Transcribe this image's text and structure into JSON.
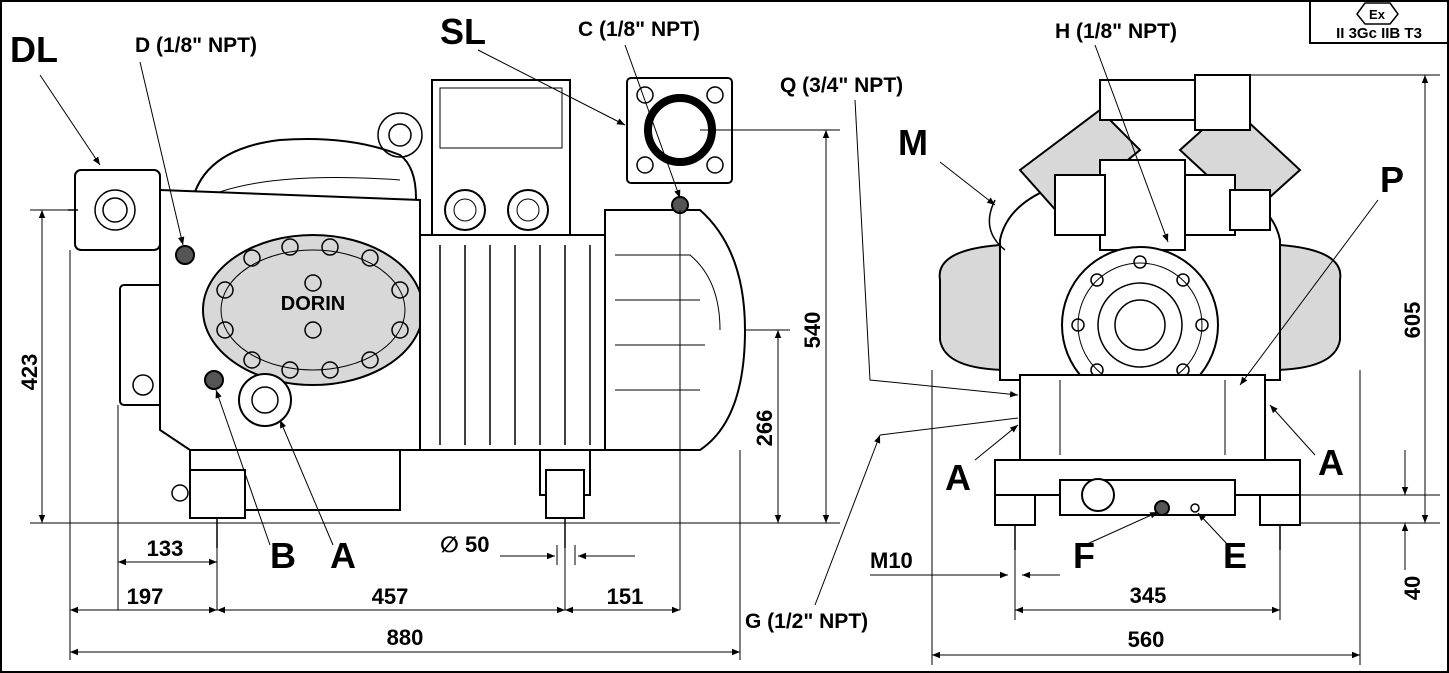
{
  "side_view": {
    "labels": {
      "dl": "DL",
      "d_port": "D (1/8\" NPT)",
      "sl": "SL",
      "c_port": "C (1/8\" NPT)",
      "b": "B",
      "a": "A",
      "brand": "DORIN",
      "diameter": "∅ 50"
    },
    "dims": {
      "height_423": "423",
      "height_540": "540",
      "height_266": "266",
      "w_133": "133",
      "w_197": "197",
      "w_457": "457",
      "w_151": "151",
      "w_880": "880"
    }
  },
  "front_view": {
    "labels": {
      "q_port": "Q (3/4\" NPT)",
      "h_port": "H (1/8\" NPT)",
      "m": "M",
      "p": "P",
      "a_left": "A",
      "a_right": "A",
      "f": "F",
      "e": "E",
      "m10": "M10",
      "g_port": "G (1/2\" NPT)"
    },
    "dims": {
      "height_605": "605",
      "height_40": "40",
      "w_345": "345",
      "w_560": "560"
    }
  },
  "atex_badge": {
    "symbol": "Ex",
    "text": "II 3Gc IIB T3"
  }
}
